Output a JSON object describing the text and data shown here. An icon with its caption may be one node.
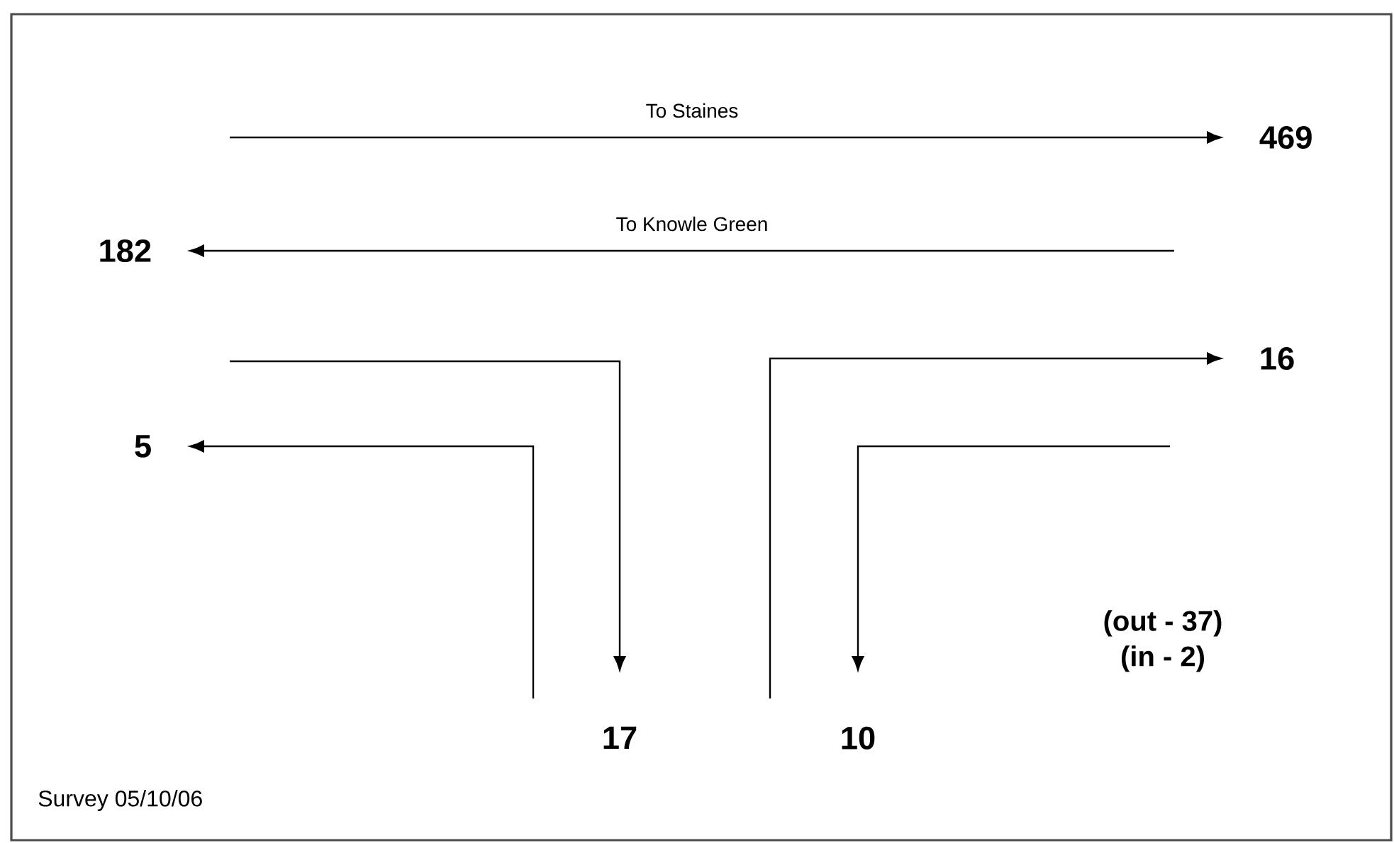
{
  "diagram": {
    "nodes": [
      {
        "text": [
          "469"
        ]
      },
      {
        "text": [
          "182"
        ]
      },
      {
        "text": [
          "16"
        ]
      },
      {
        "text": [
          "5"
        ]
      },
      {
        "text": [
          "17"
        ]
      },
      {
        "text": [
          "10"
        ]
      }
    ],
    "edges": [
      {
        "from": null,
        "to": 0,
        "arrow": "to",
        "label": "To Staines"
      },
      {
        "from": null,
        "to": 1,
        "arrow": "to",
        "label": "To Knowle Green"
      },
      {
        "from": null,
        "to": 4,
        "arrow": "to"
      },
      {
        "from": null,
        "to": 3,
        "arrow": "to"
      },
      {
        "from": null,
        "to": 2,
        "arrow": "to"
      },
      {
        "from": null,
        "to": 5,
        "arrow": "to"
      }
    ],
    "labels": [
      "(out - 37)",
      "(in - 2)",
      "Survey 05/10/06"
    ]
  }
}
